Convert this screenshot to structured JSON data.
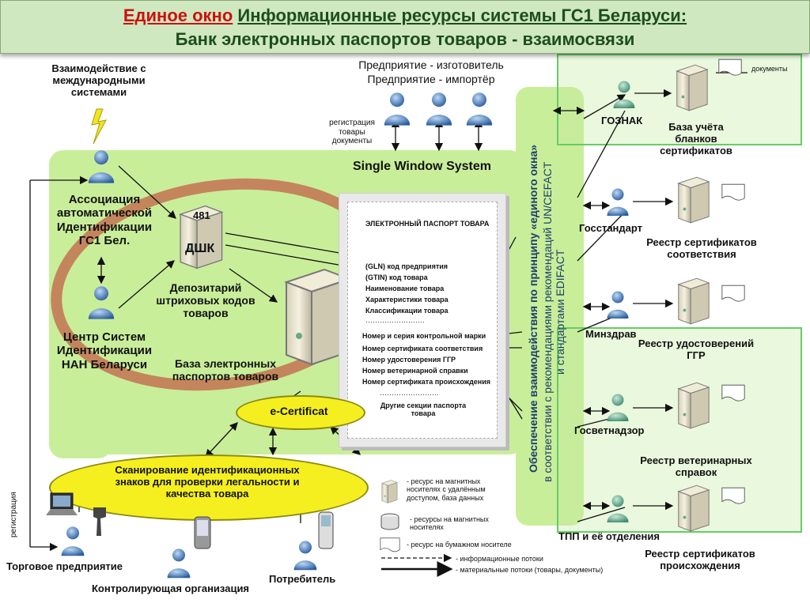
{
  "header": {
    "title_red": "Единое окно",
    "title_rest": "Информационные ресурсы системы ГС1 Беларуси:",
    "subtitle": "Банк электронных паспортов товаров - взаимосвязи"
  },
  "left": {
    "international": "Взаимодействие с международными системами",
    "association": "Ассоциация автоматической Идентификации ГС1 Бел.",
    "center_systems": "Центр Систем Идентификации НАН Беларуси",
    "registration_vertical": "регистрация"
  },
  "top": {
    "producer": "Предприятие - изготовитель",
    "importer": "Предприятие - импортёр",
    "registration_docs": "регистрация товары документы",
    "single_window": "Single Window System"
  },
  "dshk": {
    "number": "481",
    "label": "ДШК",
    "caption": "Депозитарий штриховых кодов товаров"
  },
  "database": {
    "caption": "База электронных паспортов товаров"
  },
  "passport": {
    "heading": "ЭЛЕКТРОННЫЙ ПАСПОРТ ТОВАРА",
    "lines": [
      "(GLN) код предприятия",
      "(GTIN) код товара",
      "Наименование товара",
      "Характеристики товара",
      "Классификации товара",
      "…………………….",
      "Номер и серия контрольной марки",
      "Номер сертификата соответствия",
      "Номер удостоверения ГГР",
      "Номер ветеринарной справки",
      "Номер сертификата происхождения",
      "…………………….",
      "Другие секции паспорта товара"
    ]
  },
  "ecert": "e-Certificat",
  "scan": "Сканирование идентификационных знаков для проверки легальности и качества товара",
  "vertical_band": [
    "Обеспечение взаимодействия по принципу «единого окна»",
    "в соответствии с рекомендациями рекомендаций UN/CEFACT",
    "и стандартами EDIFACT"
  ],
  "right": {
    "documents": "документы",
    "goznak": "ГОЗНАК",
    "goznak_db": "База учёта бланков сертификатов",
    "gosstandart": "Госстандарт",
    "gosstandart_db": "Реестр сертификатов соответствия",
    "minzdrav": "Минздрав",
    "minzdrav_db": "Реестр удостоверений ГГР",
    "gosvet": "Госветнадзор",
    "gosvet_db": "Реестр ветеринарных справок",
    "tpp": "ТПП и её отделения",
    "tpp_db": "Реестр сертификатов происхождения"
  },
  "bottom": {
    "retail": "Торговое предприятие",
    "control": "Контролирующая организация",
    "consumer": "Потребитель"
  },
  "legend": {
    "server": "- ресурс на магнитных носителях с удалённым доступом, база данных",
    "disk": "- ресурсы на магнитных носителях",
    "paper": "- ресурс на бумажном носителе",
    "info": "- информационные потоки",
    "material": "- материальные потоки (товары, документы)"
  }
}
